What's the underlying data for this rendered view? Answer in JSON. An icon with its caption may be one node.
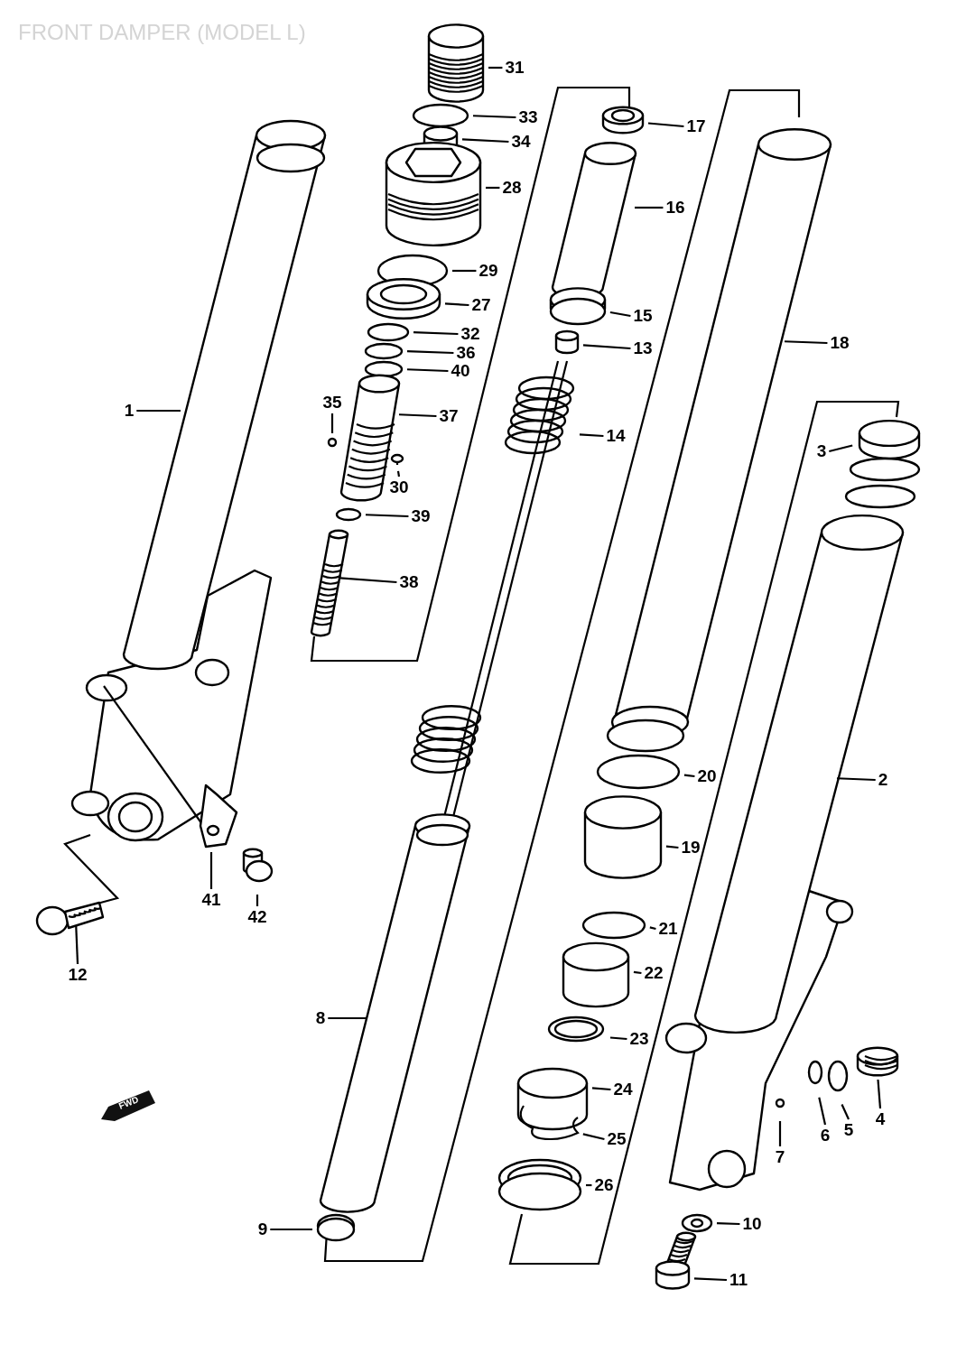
{
  "diagram": {
    "title": "FRONT DAMPER (MODEL L)",
    "nodes": [
      {
        "text": [
          "31"
        ]
      },
      {
        "text": [
          "33"
        ]
      },
      {
        "text": [
          "34"
        ]
      },
      {
        "text": [
          "17"
        ]
      },
      {
        "text": [
          "28"
        ]
      },
      {
        "text": [
          "16"
        ]
      },
      {
        "text": [
          "29"
        ]
      },
      {
        "text": [
          "27"
        ]
      },
      {
        "text": [
          "15"
        ]
      },
      {
        "text": [
          "32"
        ]
      },
      {
        "text": [
          "18"
        ]
      },
      {
        "text": [
          "13"
        ]
      },
      {
        "text": [
          "36"
        ]
      },
      {
        "text": [
          "40"
        ]
      },
      {
        "text": [
          "35"
        ]
      },
      {
        "text": [
          "1"
        ]
      },
      {
        "text": [
          "37"
        ]
      },
      {
        "text": [
          "14"
        ]
      },
      {
        "text": [
          "3"
        ]
      },
      {
        "text": [
          "30"
        ]
      },
      {
        "text": [
          "39"
        ]
      },
      {
        "text": [
          "38"
        ]
      },
      {
        "text": [
          "2"
        ]
      },
      {
        "text": [
          "20"
        ]
      },
      {
        "text": [
          "19"
        ]
      },
      {
        "text": [
          "41"
        ]
      },
      {
        "text": [
          "42"
        ]
      },
      {
        "text": [
          "21"
        ]
      },
      {
        "text": [
          "12"
        ]
      },
      {
        "text": [
          "22"
        ]
      },
      {
        "text": [
          "8"
        ]
      },
      {
        "text": [
          "23"
        ]
      },
      {
        "text": [
          "24"
        ]
      },
      {
        "text": [
          "4"
        ]
      },
      {
        "text": [
          "5"
        ]
      },
      {
        "text": [
          "6"
        ]
      },
      {
        "text": [
          "25"
        ]
      },
      {
        "text": [
          "7"
        ]
      },
      {
        "text": [
          "26"
        ]
      },
      {
        "text": [
          "10"
        ]
      },
      {
        "text": [
          "9"
        ]
      },
      {
        "text": [
          "11"
        ]
      }
    ],
    "edges": [
      {
        "from": 0,
        "to": null,
        "arrow": "none"
      },
      {
        "from": 1,
        "to": null,
        "arrow": "none"
      },
      {
        "from": 2,
        "to": null,
        "arrow": "none"
      },
      {
        "from": 3,
        "to": null,
        "arrow": "none"
      },
      {
        "from": 4,
        "to": null,
        "arrow": "none"
      },
      {
        "from": 5,
        "to": null,
        "arrow": "none"
      },
      {
        "from": 6,
        "to": null,
        "arrow": "none"
      },
      {
        "from": 7,
        "to": null,
        "arrow": "none"
      },
      {
        "from": 8,
        "to": null,
        "arrow": "none"
      },
      {
        "from": 9,
        "to": null,
        "arrow": "none"
      },
      {
        "from": 10,
        "to": null,
        "arrow": "none"
      },
      {
        "from": 11,
        "to": null,
        "arrow": "none"
      },
      {
        "from": 12,
        "to": null,
        "arrow": "none"
      },
      {
        "from": 13,
        "to": null,
        "arrow": "none"
      },
      {
        "from": 14,
        "to": null,
        "arrow": "none"
      },
      {
        "from": 15,
        "to": null,
        "arrow": "none"
      },
      {
        "from": 16,
        "to": null,
        "arrow": "none"
      },
      {
        "from": 17,
        "to": null,
        "arrow": "none"
      },
      {
        "from": 18,
        "to": null,
        "arrow": "none"
      },
      {
        "from": 19,
        "to": null,
        "arrow": "none"
      },
      {
        "from": 20,
        "to": null,
        "arrow": "none"
      },
      {
        "from": 21,
        "to": null,
        "arrow": "none"
      },
      {
        "from": 22,
        "to": null,
        "arrow": "none"
      },
      {
        "from": 23,
        "to": null,
        "arrow": "none"
      },
      {
        "from": 24,
        "to": null,
        "arrow": "none"
      },
      {
        "from": 25,
        "to": null,
        "arrow": "none"
      },
      {
        "from": 26,
        "to": null,
        "arrow": "none"
      },
      {
        "from": 27,
        "to": null,
        "arrow": "none"
      },
      {
        "from": 28,
        "to": null,
        "arrow": "none"
      },
      {
        "from": 29,
        "to": null,
        "arrow": "none"
      },
      {
        "from": 30,
        "to": null,
        "arrow": "none"
      },
      {
        "from": 31,
        "to": null,
        "arrow": "none"
      },
      {
        "from": 32,
        "to": null,
        "arrow": "none"
      },
      {
        "from": 33,
        "to": null,
        "arrow": "none"
      },
      {
        "from": 34,
        "to": null,
        "arrow": "none"
      },
      {
        "from": 35,
        "to": null,
        "arrow": "none"
      },
      {
        "from": 36,
        "to": null,
        "arrow": "none"
      },
      {
        "from": 37,
        "to": null,
        "arrow": "none"
      },
      {
        "from": 38,
        "to": null,
        "arrow": "none"
      },
      {
        "from": 39,
        "to": null,
        "arrow": "none"
      },
      {
        "from": 40,
        "to": null,
        "arrow": "none"
      },
      {
        "from": 41,
        "to": null,
        "arrow": "none"
      }
    ],
    "labels": [
      "FWD"
    ]
  }
}
